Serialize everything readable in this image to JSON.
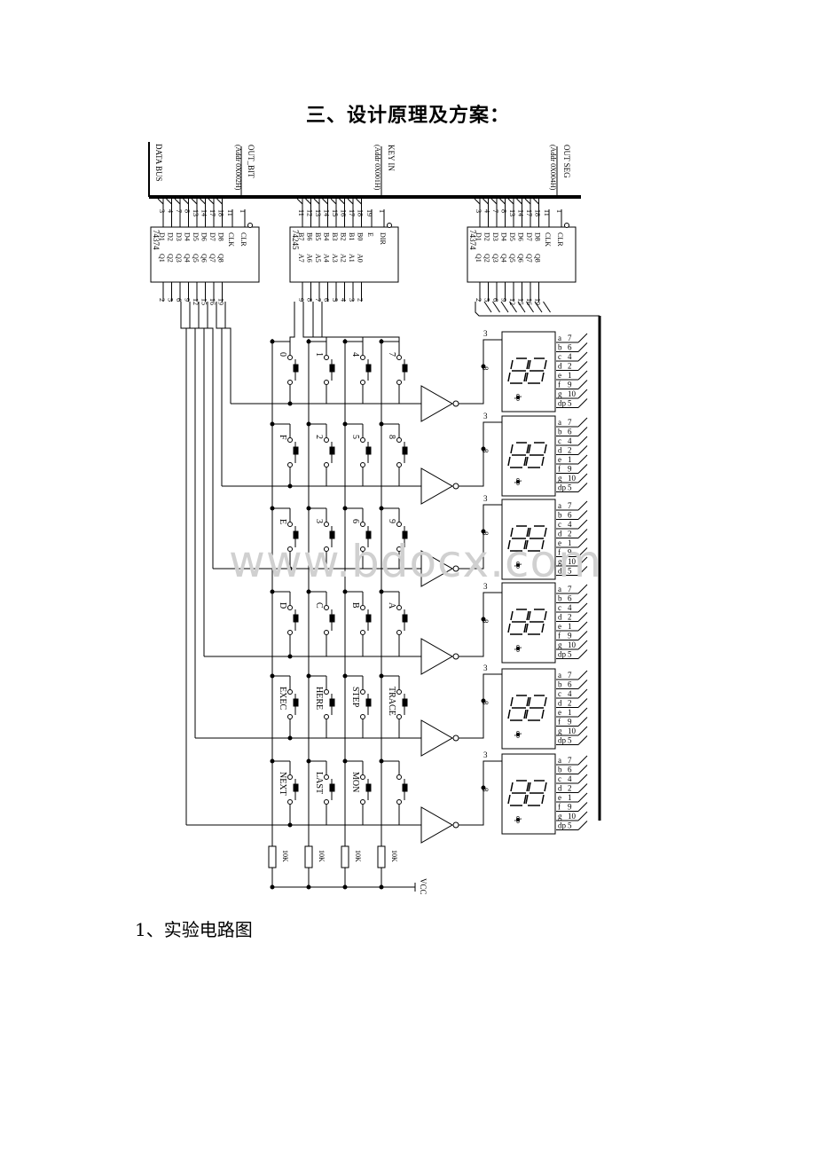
{
  "heading": "三、设计原理及方案：",
  "caption": "1、实验电路图",
  "watermark": "www.bdocx.com",
  "bus": {
    "data_bus": "DATA BUS",
    "out_bit": "OUT_BIT",
    "out_bit_addr": "(Addr 0X002H)",
    "key_in": "KEY IN",
    "key_in_addr": "(Addr 0X001H)",
    "out_seg": "OUT SEG",
    "out_seg_addr": "(Addr 0X004H)"
  },
  "chips": {
    "latch_left": {
      "part": "74374",
      "top_pins": [
        "3",
        "4",
        "7",
        "8",
        "13",
        "14",
        "17",
        "18",
        "11",
        "1"
      ],
      "inner_top": [
        "D1",
        "D2",
        "D3",
        "D4",
        "D5",
        "D6",
        "D7",
        "D8",
        "CLK",
        "CLR"
      ],
      "inner_bottom": [
        "Q1",
        "Q2",
        "Q3",
        "Q4",
        "Q5",
        "Q6",
        "Q7",
        "Q8"
      ],
      "bottom_pins": [
        "2",
        "5",
        "6",
        "9",
        "12",
        "15",
        "16",
        "19"
      ]
    },
    "transceiver": {
      "part": "74245",
      "top_pins": [
        "11",
        "12",
        "13",
        "14",
        "15",
        "16",
        "17",
        "18",
        "19",
        "1"
      ],
      "inner_top": [
        "B7",
        "B6",
        "B5",
        "B4",
        "B3",
        "B2",
        "B1",
        "B0",
        "E",
        "DIR"
      ],
      "inner_bottom": [
        "A7",
        "A6",
        "A5",
        "A4",
        "A3",
        "A2",
        "A1",
        "A0"
      ],
      "bottom_pins": [
        "9",
        "8",
        "7",
        "6",
        "5",
        "4",
        "3",
        "2"
      ]
    },
    "latch_right": {
      "part": "74374",
      "top_pins": [
        "3",
        "4",
        "7",
        "8",
        "13",
        "14",
        "17",
        "18",
        "11",
        "1"
      ],
      "inner_top": [
        "D1",
        "D2",
        "D3",
        "D4",
        "D5",
        "D6",
        "D7",
        "D8",
        "CLK",
        "CLR"
      ],
      "inner_bottom": [
        "Q1",
        "Q2",
        "Q3",
        "Q4",
        "Q5",
        "Q6",
        "Q7",
        "Q8"
      ],
      "bottom_pins": [
        "2",
        "5",
        "6",
        "9",
        "12",
        "15",
        "16",
        "19"
      ]
    }
  },
  "keypad": {
    "rows": [
      [
        "0",
        "1",
        "4",
        "7"
      ],
      [
        "F",
        "2",
        "5",
        "8"
      ],
      [
        "E",
        "3",
        "6",
        "9"
      ],
      [
        "D",
        "C",
        "B",
        "A"
      ],
      [
        "EXEC",
        "HERE",
        "STEP",
        "TRACE"
      ],
      [
        "NEXT",
        "LAST",
        "MON",
        ""
      ]
    ]
  },
  "resistors": [
    "10K",
    "10K",
    "10K",
    "10K"
  ],
  "vcc": "VCC",
  "display": {
    "common_pin": "3",
    "common_pin_low": "8",
    "segments": [
      "a",
      "b",
      "c",
      "d",
      "e",
      "f",
      "g",
      "dp"
    ],
    "segment_pins": [
      "7",
      "6",
      "4",
      "2",
      "1",
      "9",
      "10",
      "5"
    ],
    "digit_segment_labels": [
      "a",
      "b",
      "c",
      "d",
      "e",
      "f",
      "g",
      "dp"
    ]
  }
}
